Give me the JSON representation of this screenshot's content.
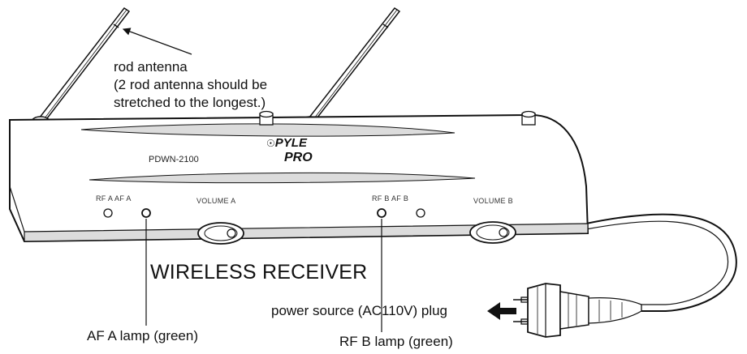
{
  "labels": {
    "rod_antenna": "rod antenna",
    "antenna_note_line1": "(2 rod antenna should be",
    "antenna_note_line2": "stretched to the longest.)",
    "af_a_lamp": "AF A lamp (green)",
    "rf_b_lamp": "RF B lamp (green)",
    "power_plug": "power source (AC110V) plug",
    "device_name": "WIRELESS RECEIVER"
  },
  "panel": {
    "model": "PDWN-2100",
    "brand_line1": "PYLE",
    "brand_line2": "PRO",
    "rf_a_af_a": "RF A AF A",
    "volume_a": "VOLUME A",
    "rf_b_af_b": "RF B AF B",
    "volume_b": "VOLUME B"
  },
  "colors": {
    "line": "#111111",
    "device_fill": "#ffffff",
    "shade": "#dcdcdc",
    "background": "#ffffff"
  },
  "icons": {
    "brand_mark": "swirl-logo-icon",
    "arrow": "arrow-left-icon",
    "plug": "power-plug-icon"
  }
}
